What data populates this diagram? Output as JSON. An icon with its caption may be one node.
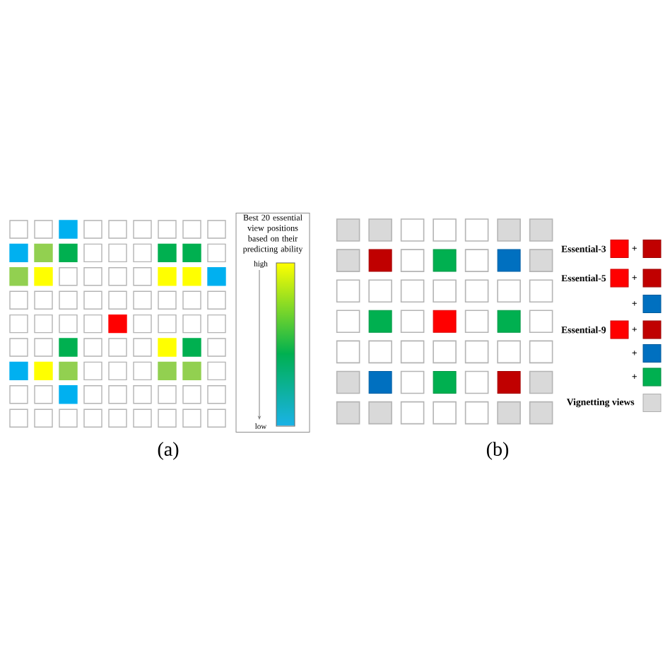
{
  "diagram": {
    "nodes": [
      {
        "text": [
          "Best 20 essential view positions based on their predicting ability",
          "high",
          "low"
        ]
      }
    ],
    "labels": [
      "(a)",
      "(b)"
    ],
    "legend": [
      {
        "text": "Essential-3",
        "color": "#ff0000"
      },
      {
        "text": "+",
        "color": "#c00000"
      },
      {
        "text": "Essential-5",
        "color": "#ff0000"
      },
      {
        "text": "+",
        "color": "#c00000"
      },
      {
        "text": "+",
        "color": "#0070c0"
      },
      {
        "text": "Essential-9",
        "color": "#ff0000"
      },
      {
        "text": "+",
        "color": "#c00000"
      },
      {
        "text": "+",
        "color": "#0070c0"
      },
      {
        "text": "+",
        "color": "#00b050"
      },
      {
        "text": "Vignetting views",
        "color": "#d9d9d9"
      }
    ]
  }
}
